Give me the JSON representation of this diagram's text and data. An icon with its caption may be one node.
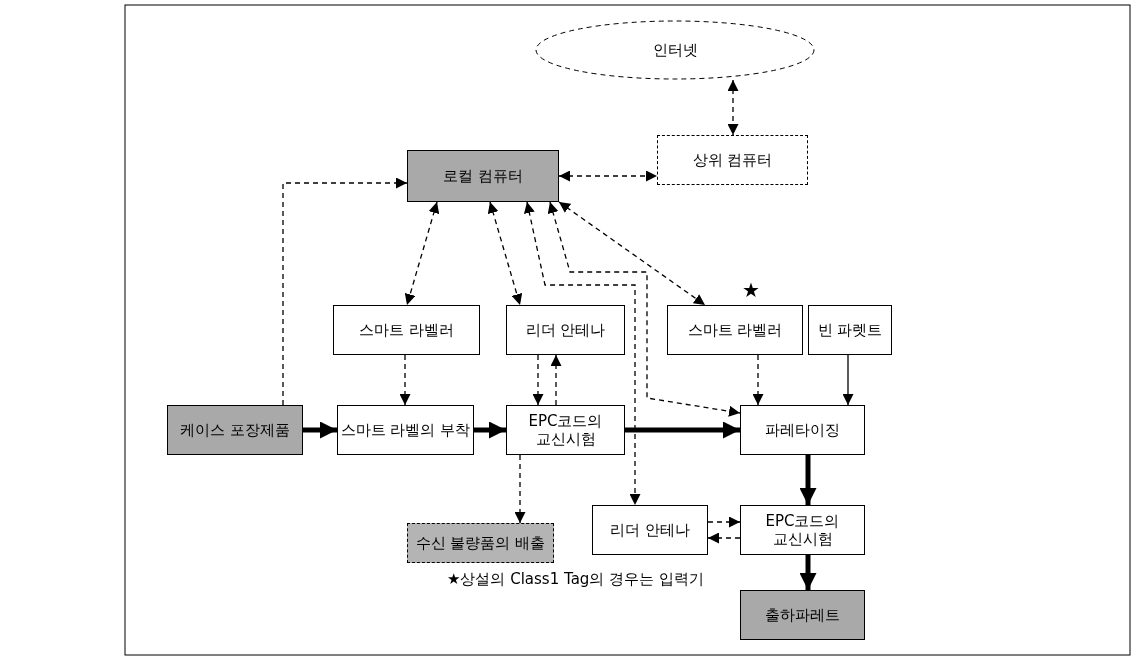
{
  "diagram": {
    "nodes": [
      {
        "text": [
          "인터넷"
        ]
      },
      {
        "text": [
          "상위 컴퓨터"
        ]
      },
      {
        "text": [
          "로컬 컴퓨터"
        ]
      },
      {
        "text": [
          "스마트 라벨러"
        ]
      },
      {
        "text": [
          "리더 안테나"
        ]
      },
      {
        "text": [
          "스마트 라벨러"
        ],
        "beside": [
          "★"
        ]
      },
      {
        "text": [
          "빈 파렛트"
        ]
      },
      {
        "text": [
          "케이스 포장제품"
        ]
      },
      {
        "text": [
          "스마트 라벨의 부착"
        ]
      },
      {
        "text": [
          "EPC코드의 교신시험"
        ]
      },
      {
        "text": [
          "파레타이징"
        ]
      },
      {
        "text": [
          "수신 불량품의 배출"
        ]
      },
      {
        "text": [
          "리더 안테나"
        ]
      },
      {
        "text": [
          "EPC코드의 교신시험"
        ]
      },
      {
        "text": [
          "출하파레트"
        ]
      }
    ],
    "edges": [
      {
        "from": 0,
        "to": 1,
        "arrow": "both",
        "style": "dashed"
      },
      {
        "from": 2,
        "to": 1,
        "arrow": "both",
        "style": "dashed"
      },
      {
        "from": 7,
        "to": 2,
        "arrow": "to",
        "style": "dashed"
      },
      {
        "from": 2,
        "to": 3,
        "arrow": "both",
        "style": "dashed"
      },
      {
        "from": 2,
        "to": 4,
        "arrow": "both",
        "style": "dashed"
      },
      {
        "from": 2,
        "to": 12,
        "arrow": "both",
        "style": "dashed"
      },
      {
        "from": 2,
        "to": 10,
        "arrow": "both",
        "style": "dashed"
      },
      {
        "from": 2,
        "to": 5,
        "arrow": "both",
        "style": "dashed"
      },
      {
        "from": 3,
        "to": 8,
        "arrow": "to",
        "style": "dashed"
      },
      {
        "from": 4,
        "to": 9,
        "arrow": "to",
        "style": "dashed"
      },
      {
        "from": 9,
        "to": 4,
        "arrow": "to",
        "style": "dashed"
      },
      {
        "from": 5,
        "to": 10,
        "arrow": "to",
        "style": "dashed"
      },
      {
        "from": 6,
        "to": 10,
        "arrow": "to"
      },
      {
        "from": 7,
        "to": 8,
        "arrow": "to",
        "style": "thick"
      },
      {
        "from": 8,
        "to": 9,
        "arrow": "to",
        "style": "thick"
      },
      {
        "from": 9,
        "to": 10,
        "arrow": "to",
        "style": "thick"
      },
      {
        "from": 9,
        "to": 11,
        "arrow": "to",
        "style": "dashed"
      },
      {
        "from": 10,
        "to": 13,
        "arrow": "to",
        "style": "thick"
      },
      {
        "from": 13,
        "to": 14,
        "arrow": "to",
        "style": "thick"
      },
      {
        "from": 12,
        "to": 13,
        "arrow": "to",
        "style": "dashed"
      },
      {
        "from": 13,
        "to": 12,
        "arrow": "to",
        "style": "dashed"
      }
    ],
    "labels": [
      "★상설의 Class1 Tag의 경우는 입력기"
    ]
  }
}
